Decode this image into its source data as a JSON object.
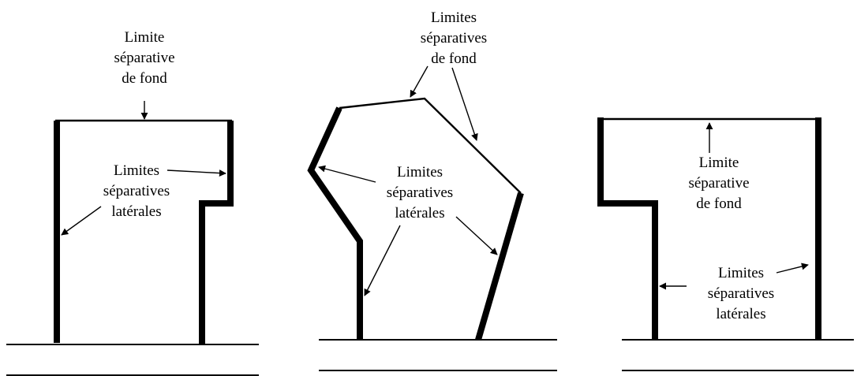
{
  "diagram_1": {
    "label_fond": [
      "Limite",
      "séparative",
      "de fond"
    ],
    "label_laterales": [
      "Limites",
      "séparatives",
      "latérales"
    ]
  },
  "diagram_2": {
    "label_fond": [
      "Limites",
      "séparatives",
      "de fond"
    ],
    "label_laterales": [
      "Limites",
      "séparatives",
      "latérales"
    ]
  },
  "diagram_3": {
    "label_fond": [
      "Limite",
      "séparative",
      "de fond"
    ],
    "label_laterales": [
      "Limites",
      "séparatives",
      "latérales"
    ]
  }
}
